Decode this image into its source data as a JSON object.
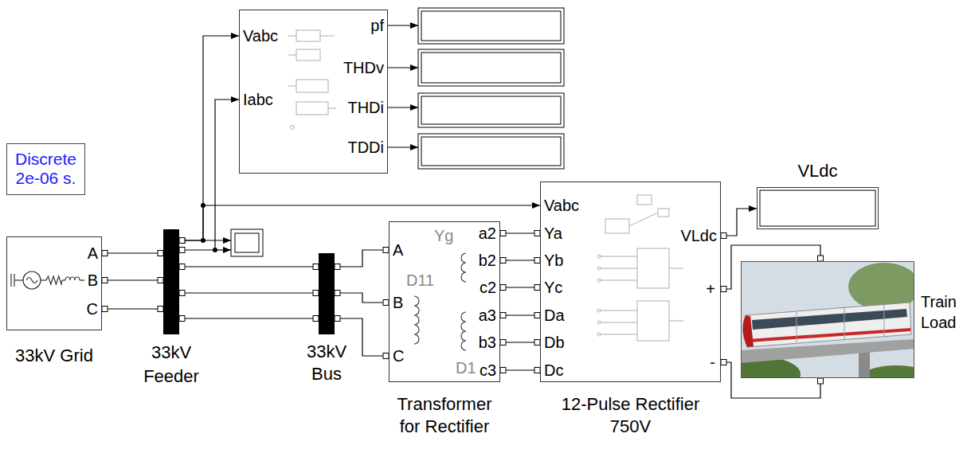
{
  "diagram": {
    "nodes": [
      {
        "text": [
          "Discrete 2e-06 s."
        ]
      },
      {
        "text": [
          "Vabc",
          "Iabc",
          "pf",
          "THDv",
          "THDi",
          "TDDi"
        ]
      },
      {
        "text": [
          "A",
          "B",
          "C",
          "33kV Grid"
        ]
      },
      {
        "text": [
          "33kV Feeder"
        ]
      },
      {
        "text": [
          "VLdc"
        ]
      },
      {
        "text": [
          "33kV Bus"
        ]
      },
      {
        "text": [
          "A",
          "B",
          "C",
          "Yg",
          "D11",
          "D1",
          "a2",
          "b2",
          "c2",
          "a3",
          "b3",
          "c3",
          "Transformer for Rectifier"
        ]
      },
      {
        "text": [
          "Vabc",
          "Ya",
          "Yb",
          "Yc",
          "Da",
          "Db",
          "Dc",
          "VLdc",
          "+",
          "-",
          "12-Pulse Rectifier 750V"
        ]
      },
      {
        "text": [
          "Train Load"
        ]
      }
    ],
    "edges": [
      {
        "from": 2,
        "to": 3,
        "arrow": "none"
      },
      {
        "from": 2,
        "to": 3,
        "arrow": "none"
      },
      {
        "from": 2,
        "to": 3,
        "arrow": "none"
      },
      {
        "from": 3,
        "to": 1,
        "arrow": "to"
      },
      {
        "from": 3,
        "to": 1,
        "arrow": "to"
      },
      {
        "from": 3,
        "to": 7,
        "arrow": "to"
      },
      {
        "from": 3,
        "to": 5,
        "arrow": "none"
      },
      {
        "from": 3,
        "to": 5,
        "arrow": "none"
      },
      {
        "from": 3,
        "to": 5,
        "arrow": "none"
      },
      {
        "from": 5,
        "to": 6,
        "arrow": "none"
      },
      {
        "from": 5,
        "to": 6,
        "arrow": "none"
      },
      {
        "from": 5,
        "to": 6,
        "arrow": "none"
      },
      {
        "from": 6,
        "to": 7,
        "arrow": "none"
      },
      {
        "from": 6,
        "to": 7,
        "arrow": "none"
      },
      {
        "from": 6,
        "to": 7,
        "arrow": "none"
      },
      {
        "from": 6,
        "to": 7,
        "arrow": "none"
      },
      {
        "from": 6,
        "to": 7,
        "arrow": "none"
      },
      {
        "from": 6,
        "to": 7,
        "arrow": "none"
      },
      {
        "from": 7,
        "to": 4,
        "arrow": "to"
      },
      {
        "from": 7,
        "to": 8,
        "arrow": "none"
      },
      {
        "from": 7,
        "to": 8,
        "arrow": "none"
      }
    ]
  }
}
